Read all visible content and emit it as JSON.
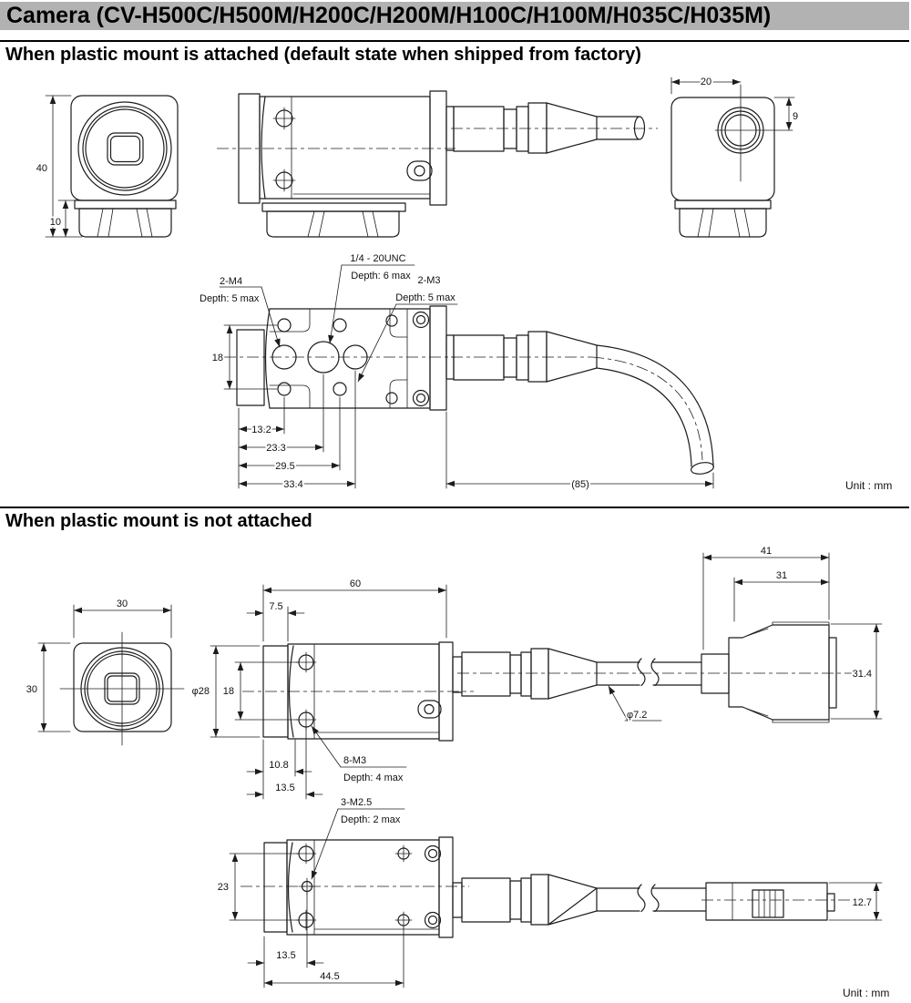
{
  "title": "Camera (CV-H500C/H500M/H200C/H200M/H100C/H100M/H035C/H035M)",
  "sections": [
    {
      "heading": "When plastic mount is attached (default state when shipped from factory)",
      "unit": "Unit : mm",
      "front": {
        "height": "40",
        "mount_height": "10"
      },
      "rear": {
        "connector_offset_x": "20",
        "connector_offset_y": "9"
      },
      "bottom": {
        "thread_m4": "2-M4",
        "thread_m4_depth": "Depth: 5 max",
        "thread_unc": "1/4 - 20UNC",
        "thread_unc_depth": "Depth: 6 max",
        "thread_m3": "2-M3",
        "thread_m3_depth": "Depth: 5 max",
        "hole_span": "18",
        "dim_1": "13.2",
        "dim_2": "23.3",
        "dim_3": "29.5",
        "dim_4": "33.4",
        "cable_length": "(85)"
      }
    },
    {
      "heading": "When plastic mount is not attached",
      "unit": "Unit : mm",
      "front": {
        "width": "30",
        "height": "30"
      },
      "side": {
        "body_length": "60",
        "front_length": "7.5",
        "lens_dia": "φ28",
        "hole_span": "18",
        "dim_10_8": "10.8",
        "dim_13_5": "13.5",
        "thread_m3": "8-M3",
        "thread_m3_depth": "Depth: 4 max",
        "cable_dia": "φ7.2",
        "connector_length": "41",
        "connector_body_length": "31",
        "connector_height": "31.4"
      },
      "bottom": {
        "thread_m25": "3-M2.5",
        "thread_m25_depth": "Depth: 2 max",
        "hole_span": "23",
        "dim_13_5": "13.5",
        "dim_44_5": "44.5",
        "connector_height": "12.7"
      }
    }
  ]
}
